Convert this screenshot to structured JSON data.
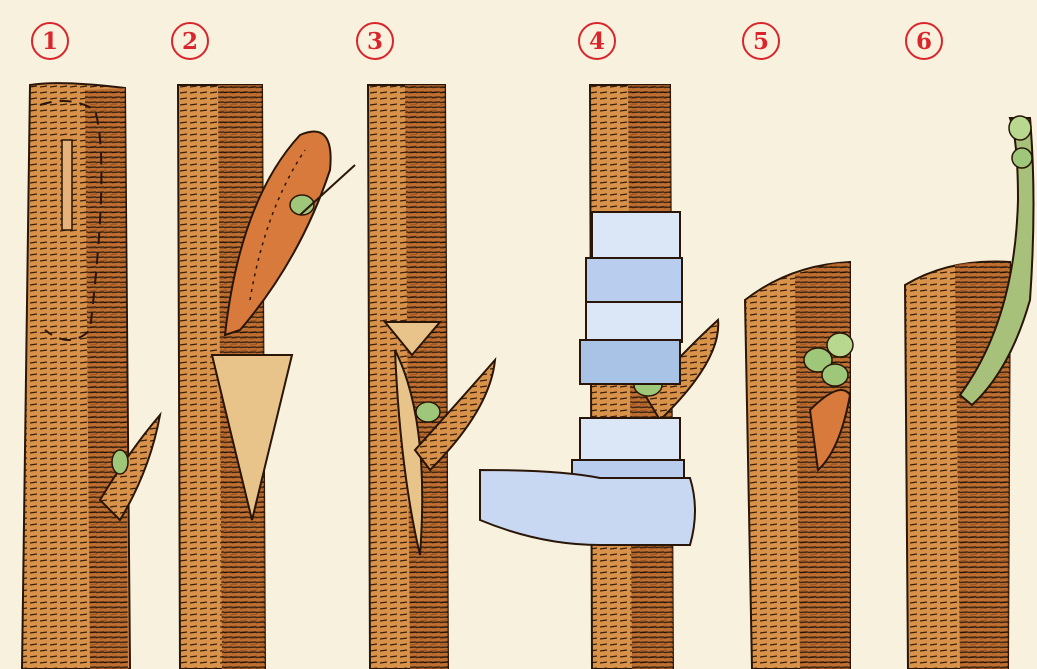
{
  "steps": [
    {
      "number": "1"
    },
    {
      "number": "2"
    },
    {
      "number": "3"
    },
    {
      "number": "4"
    },
    {
      "number": "5"
    },
    {
      "number": "6"
    }
  ],
  "colors": {
    "background": "#f7f1de",
    "badge": "#d9252b",
    "bark": "#d9924a",
    "bark_dark": "#8a4a1c",
    "tape": "#a9c3e6",
    "bud": "#9fc77a"
  },
  "icons": [
    "branch-illustration",
    "bud-shield-illustration",
    "grafting-tape-illustration",
    "sprouting-bud-illustration"
  ]
}
